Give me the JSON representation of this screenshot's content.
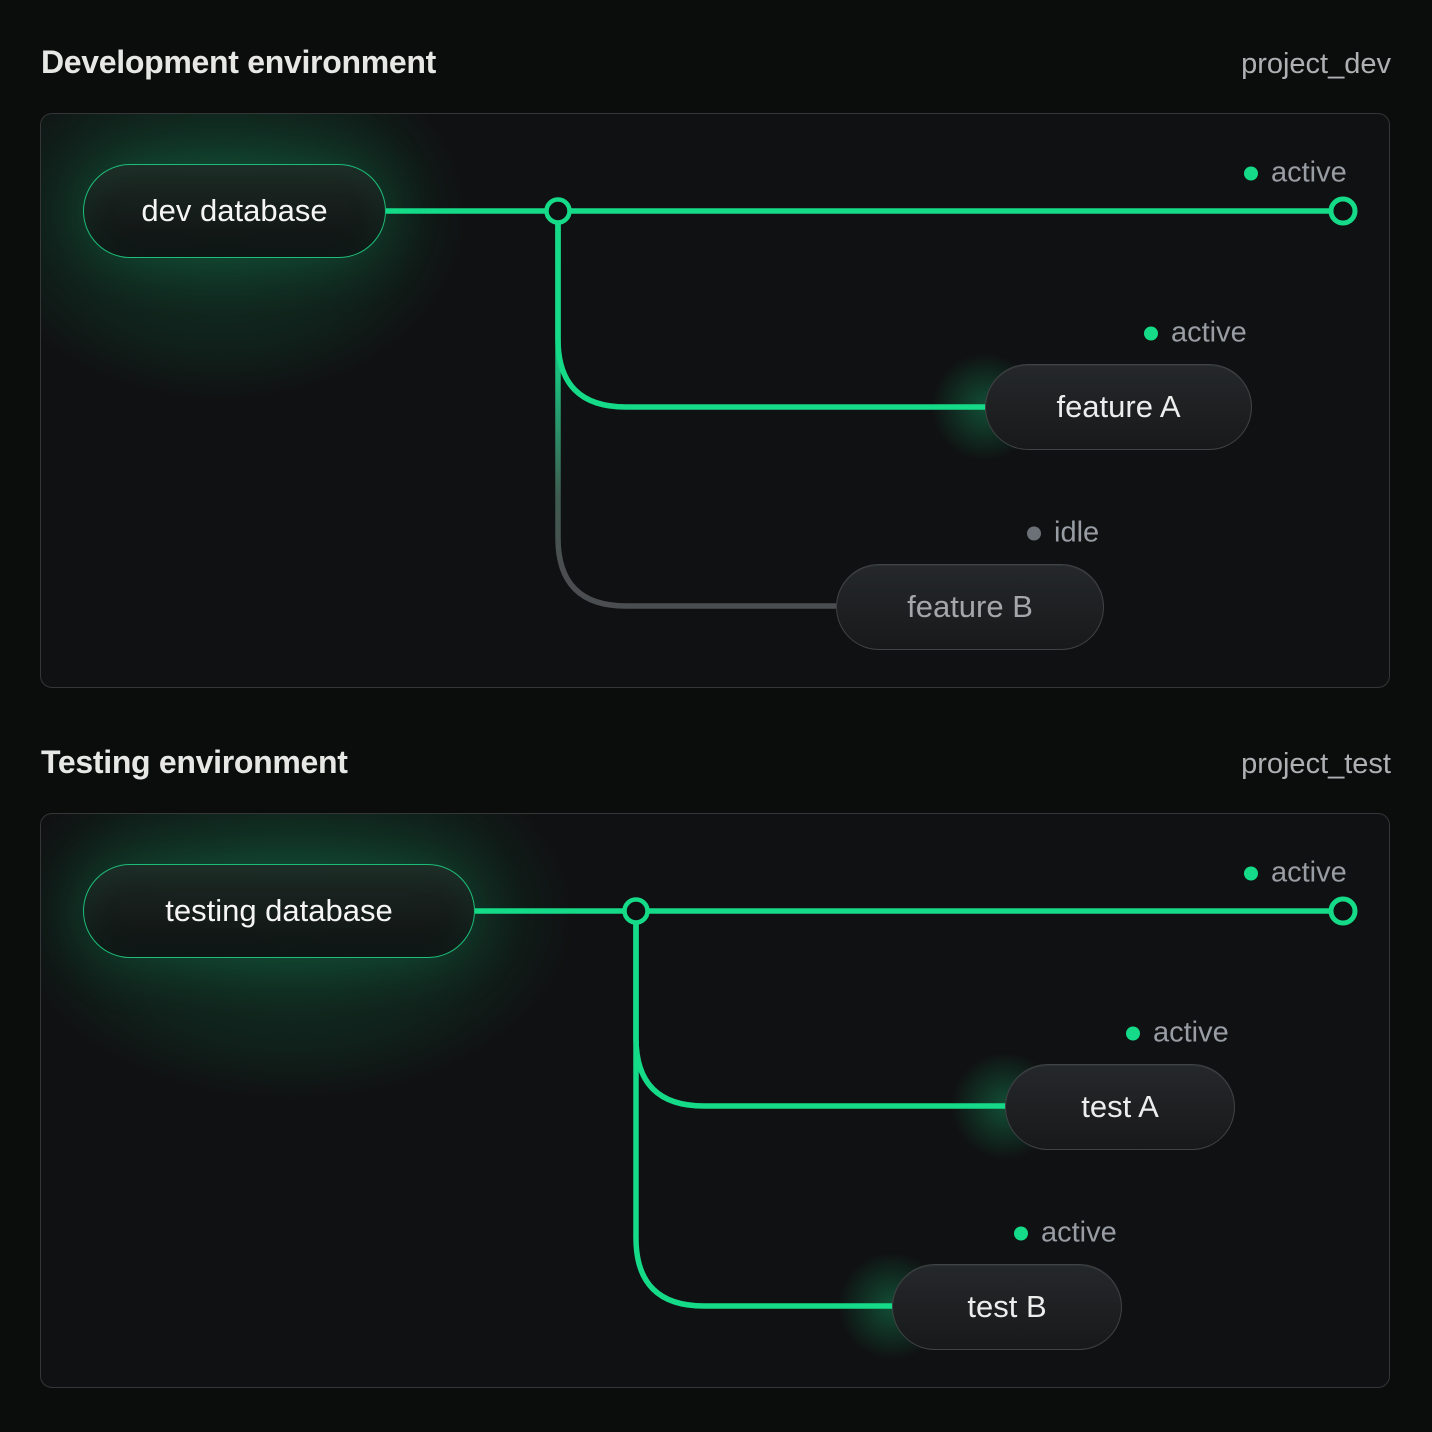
{
  "colors": {
    "accent_green": "#15db88",
    "idle_gray": "#4b4e50",
    "page_bg": "#0b0c0c",
    "panel_bg": "#101112",
    "panel_border": "#343637",
    "status_text": "#989da4"
  },
  "panels": [
    {
      "title": "Development environment",
      "project_label": "project_dev",
      "root_branch": {
        "label": "dev database"
      },
      "main_status": "active",
      "branches": [
        {
          "label": "feature A",
          "status": "active"
        },
        {
          "label": "feature B",
          "status": "idle"
        }
      ]
    },
    {
      "title": "Testing environment",
      "project_label": "project_test",
      "root_branch": {
        "label": "testing database"
      },
      "main_status": "active",
      "branches": [
        {
          "label": "test A",
          "status": "active"
        },
        {
          "label": "test B",
          "status": "active"
        }
      ]
    }
  ]
}
